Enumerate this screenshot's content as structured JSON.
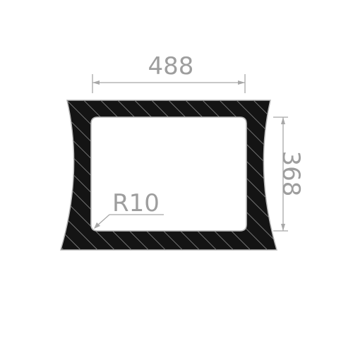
{
  "width_label": "488",
  "height_label": "368",
  "radius_label": "R10",
  "colors": {
    "frame_fill": "#141414",
    "hatch": "#8a8a8a",
    "outline": "#b5b5b5",
    "dimension": "#9e9e9e",
    "background": "#ffffff"
  }
}
